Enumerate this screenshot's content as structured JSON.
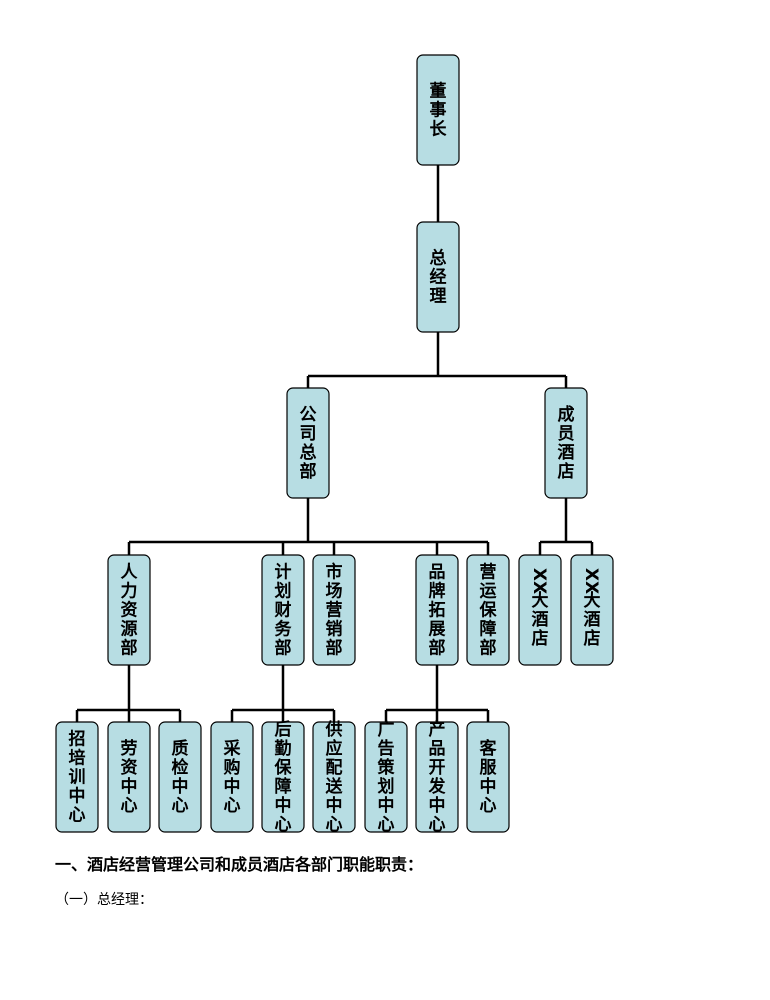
{
  "org_chart": {
    "nodes": [
      {
        "id": "chairman",
        "label": "董事长",
        "parent": null
      },
      {
        "id": "gm",
        "label": "总经理",
        "parent": "chairman"
      },
      {
        "id": "hq",
        "label": "公司总部",
        "parent": "gm"
      },
      {
        "id": "members",
        "label": "成员酒店",
        "parent": "gm"
      },
      {
        "id": "hr",
        "label": "人力资源部",
        "parent": "hq"
      },
      {
        "id": "finance",
        "label": "计划财务部",
        "parent": "hq"
      },
      {
        "id": "marketing",
        "label": "市场营销部",
        "parent": "hq"
      },
      {
        "id": "brand",
        "label": "品牌拓展部",
        "parent": "hq"
      },
      {
        "id": "ops",
        "label": "营运保障部",
        "parent": "hq"
      },
      {
        "id": "hotel1",
        "label": "XX大酒店",
        "parent": "members"
      },
      {
        "id": "hotel2",
        "label": "XX大酒店",
        "parent": "members"
      },
      {
        "id": "recruit",
        "label": "招培训中心",
        "parent": "hr"
      },
      {
        "id": "payroll",
        "label": "劳资中心",
        "parent": "hr"
      },
      {
        "id": "qc",
        "label": "质检中心",
        "parent": "hr"
      },
      {
        "id": "purchase",
        "label": "采购中心",
        "parent": "finance"
      },
      {
        "id": "logistics",
        "label": "后勤保障中心",
        "parent": "finance"
      },
      {
        "id": "supply",
        "label": "供应配送中心",
        "parent": "finance"
      },
      {
        "id": "adv",
        "label": "广告策划中心",
        "parent": "brand"
      },
      {
        "id": "product",
        "label": "产品开发中心",
        "parent": "brand"
      },
      {
        "id": "cs",
        "label": "客服中心",
        "parent": "brand"
      }
    ]
  },
  "text": {
    "heading": "一、酒店经营管理公司和成员酒店各部门职能职责：",
    "subheading": "（一）总经理："
  },
  "colors": {
    "box_fill": "#b7dde3",
    "box_stroke": "#000000",
    "line": "#000000"
  }
}
